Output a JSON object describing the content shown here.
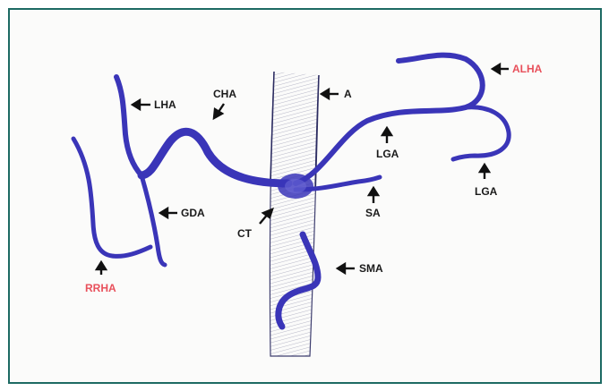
{
  "labels": {
    "lha": "LHA",
    "cha": "CHA",
    "a": "A",
    "alha": "ALHA",
    "lga_top": "LGA",
    "lga_bottom": "LGA",
    "gda": "GDA",
    "ct": "CT",
    "sa": "SA",
    "sma": "SMA",
    "rrha": "RRHA"
  },
  "colors": {
    "frame": "#1d6a63",
    "vessel": "#3a35b8",
    "vessel_light": "#6b67d6",
    "arrow": "#111111",
    "highlight_label": "#e8505b"
  }
}
